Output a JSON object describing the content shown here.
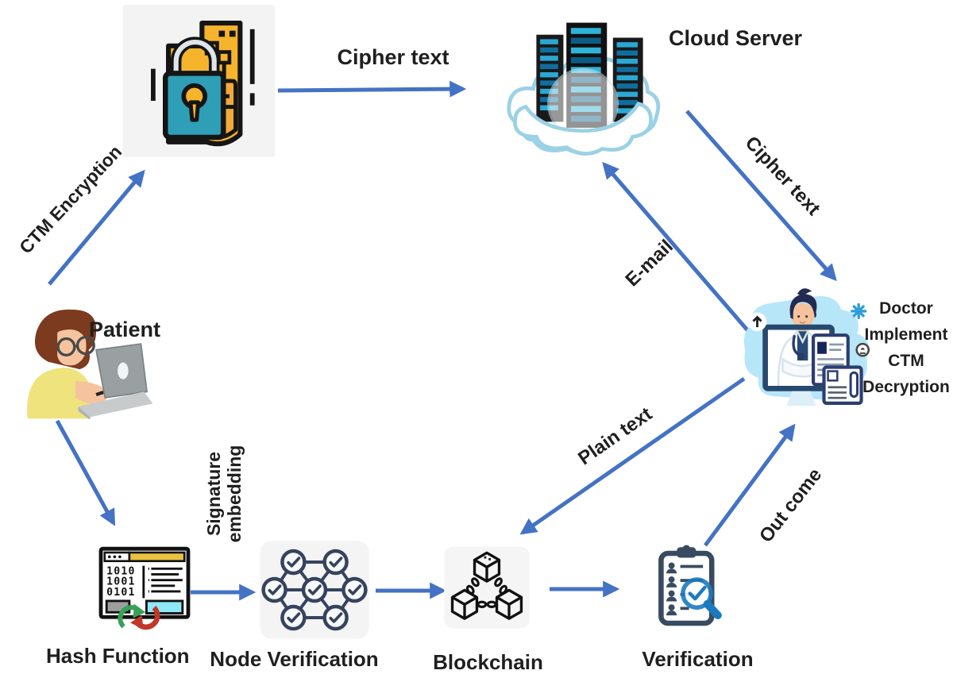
{
  "diagram": {
    "arrow_color": "#4472C4",
    "text_color": "#1f1f1f",
    "background": "#ffffff"
  },
  "nodes": {
    "patient": {
      "label": "Patient",
      "icon": "patient-at-laptop-icon"
    },
    "ctm_encryption_box": {
      "icon": "encrypted-folder-lock-icon"
    },
    "cloud_server": {
      "label": "Cloud Server",
      "icon": "cloud-server-icon"
    },
    "doctor": {
      "label": "Doctor Implement CTM Decryption",
      "label_lines": [
        "Doctor",
        "Implement",
        "CTM",
        "Decryption"
      ],
      "icon": "doctor-telemedicine-icon"
    },
    "hash_function": {
      "label": "Hash Function",
      "icon": "hash-function-icon"
    },
    "node_verification": {
      "label": "Node Verification",
      "icon": "node-network-check-icon"
    },
    "blockchain": {
      "label": "Blockchain",
      "icon": "blockchain-cubes-icon"
    },
    "verification": {
      "label": "Verification",
      "icon": "clipboard-magnifier-icon"
    }
  },
  "edges": [
    {
      "id": "ctm_encryption",
      "label": "CTM Encryption",
      "from": "patient",
      "to": "ctm_encryption_box"
    },
    {
      "id": "cipher_text_upload",
      "label": "Cipher text",
      "from": "ctm_encryption_box",
      "to": "cloud_server"
    },
    {
      "id": "cipher_text_download",
      "label": "Cipher text",
      "from": "cloud_server",
      "to": "doctor"
    },
    {
      "id": "email",
      "label": "E-mail",
      "from": "doctor",
      "to": "cloud_server"
    },
    {
      "id": "patient_to_hash",
      "label": "",
      "from": "patient",
      "to": "hash_function"
    },
    {
      "id": "signature_embedding",
      "label": "Signature embedding",
      "label_lines": [
        "Signature",
        "embedding"
      ],
      "from": "hash_function",
      "to": "node_verification"
    },
    {
      "id": "node_to_blockchain",
      "label": "",
      "from": "node_verification",
      "to": "blockchain"
    },
    {
      "id": "blockchain_to_verification",
      "label": "",
      "from": "blockchain",
      "to": "verification"
    },
    {
      "id": "plain_text",
      "label": "Plain text",
      "from": "doctor",
      "to": "blockchain"
    },
    {
      "id": "out_come",
      "label": "Out come",
      "from": "verification",
      "to": "doctor"
    }
  ]
}
